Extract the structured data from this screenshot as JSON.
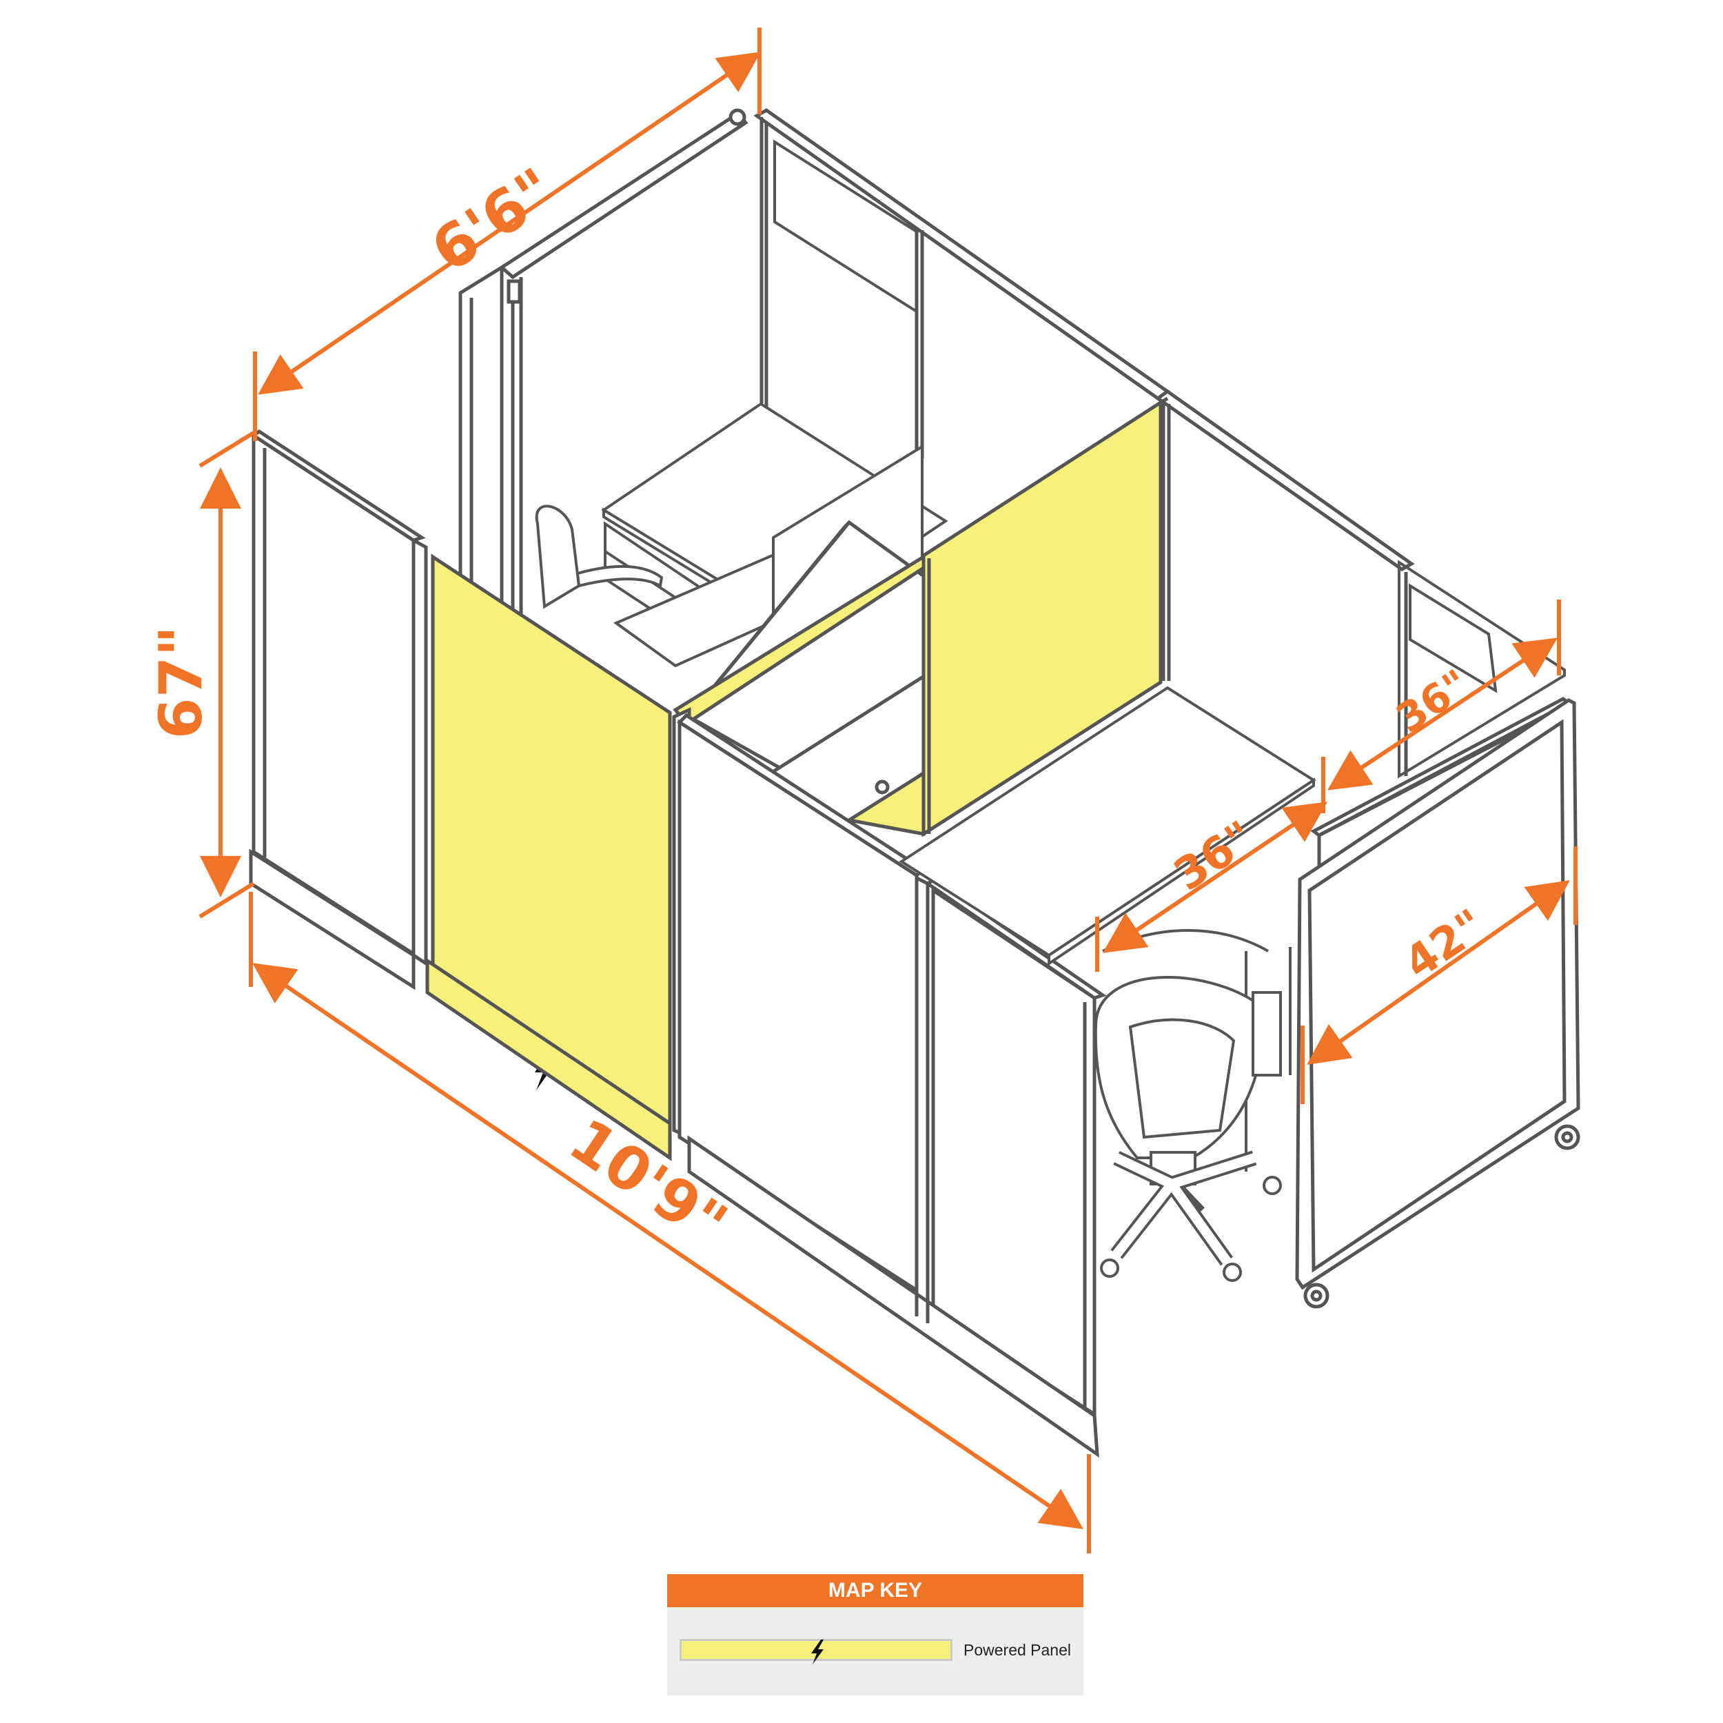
{
  "colors": {
    "accent": "#f07428",
    "powered_panel": "#f5ef7c",
    "frame": "#555555",
    "panel_fill": "#ffffff"
  },
  "dimensions": {
    "depth": "6'6\"",
    "height": "67\"",
    "length": "10'9\"",
    "desk_return": "36\"",
    "desk_depth_rear": "36\"",
    "door_width": "42\""
  },
  "map_key": {
    "title": "MAP KEY",
    "item_label": "Powered Panel",
    "item_icon": "lightning-bolt-icon"
  }
}
